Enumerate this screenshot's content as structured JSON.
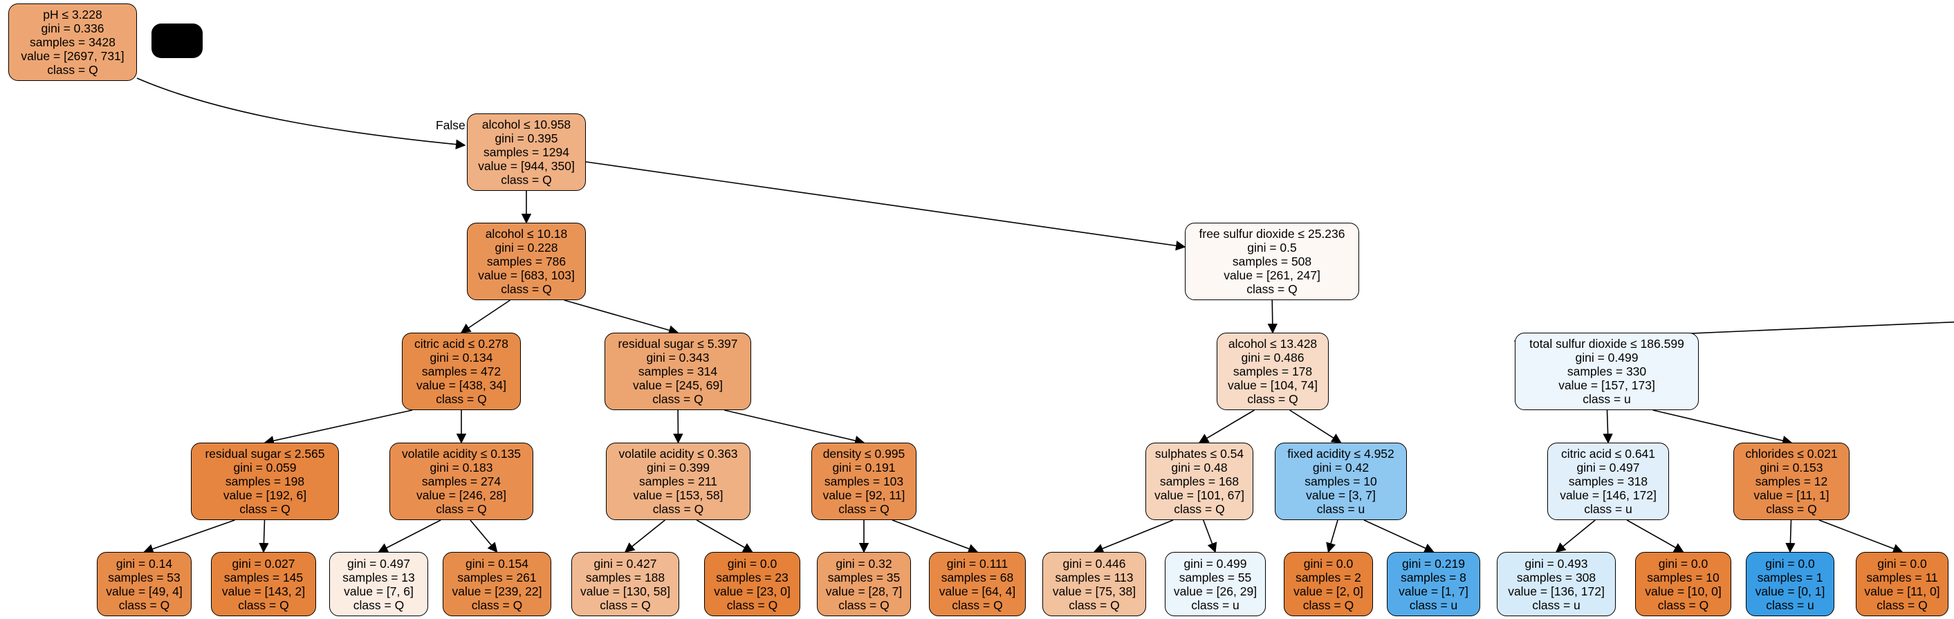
{
  "edge_label_false": "False",
  "nodes": [
    {
      "id": "root",
      "lines": [
        "pH ≤ 3.228",
        "gini = 0.336",
        "samples = 3428",
        "value = [2697, 731]",
        "class = Q"
      ],
      "fill": "#eda673"
    },
    {
      "id": "n1",
      "lines": [
        "alcohol ≤ 10.958",
        "gini = 0.395",
        "samples = 1294",
        "value = [944, 350]",
        "class = Q"
      ],
      "fill": "#efb083"
    },
    {
      "id": "n2",
      "lines": [
        "alcohol ≤ 10.18",
        "gini = 0.228",
        "samples = 786",
        "value = [683, 103]",
        "class = Q"
      ],
      "fill": "#e99457"
    },
    {
      "id": "n3",
      "lines": [
        "free sulfur dioxide ≤ 25.236",
        "gini = 0.5",
        "samples = 508",
        "value = [261, 247]",
        "class = Q"
      ],
      "fill": "#fef8f4"
    },
    {
      "id": "n4",
      "lines": [
        "citric acid ≤ 0.278",
        "gini = 0.134",
        "samples = 472",
        "value = [438, 34]",
        "class = Q"
      ],
      "fill": "#e78b48"
    },
    {
      "id": "n5",
      "lines": [
        "residual sugar ≤ 5.397",
        "gini = 0.343",
        "samples = 314",
        "value = [245, 69]",
        "class = Q"
      ],
      "fill": "#eca571"
    },
    {
      "id": "n6",
      "lines": [
        "alcohol ≤ 13.428",
        "gini = 0.486",
        "samples = 178",
        "value = [104, 74]",
        "class = Q"
      ],
      "fill": "#f8dbc6"
    },
    {
      "id": "n7",
      "lines": [
        "total sulfur dioxide ≤ 186.599",
        "gini = 0.499",
        "samples = 330",
        "value = [157, 173]",
        "class = u"
      ],
      "fill": "#edf6fd"
    },
    {
      "id": "n8",
      "lines": [
        "residual sugar ≤ 2.565",
        "gini = 0.059",
        "samples = 198",
        "value = [192, 6]",
        "class = Q"
      ],
      "fill": "#e6853f"
    },
    {
      "id": "n9",
      "lines": [
        "volatile acidity ≤ 0.135",
        "gini = 0.183",
        "samples = 274",
        "value = [246, 28]",
        "class = Q"
      ],
      "fill": "#e88f50"
    },
    {
      "id": "n10",
      "lines": [
        "volatile acidity ≤ 0.363",
        "gini = 0.399",
        "samples = 211",
        "value = [153, 58]",
        "class = Q"
      ],
      "fill": "#efb184"
    },
    {
      "id": "n11",
      "lines": [
        "density ≤ 0.995",
        "gini = 0.191",
        "samples = 103",
        "value = [92, 11]",
        "class = Q"
      ],
      "fill": "#e89051"
    },
    {
      "id": "n12",
      "lines": [
        "sulphates ≤ 0.54",
        "gini = 0.48",
        "samples = 168",
        "value = [101, 67]",
        "class = Q"
      ],
      "fill": "#f6d4bc"
    },
    {
      "id": "n13",
      "lines": [
        "fixed acidity ≤ 4.952",
        "gini = 0.42",
        "samples = 10",
        "value = [3, 7]",
        "class = u"
      ],
      "fill": "#8ec7f0"
    },
    {
      "id": "n14",
      "lines": [
        "citric acid ≤ 0.641",
        "gini = 0.497",
        "samples = 318",
        "value = [146, 172]",
        "class = u"
      ],
      "fill": "#e1effb"
    },
    {
      "id": "n15",
      "lines": [
        "chlorides ≤ 0.021",
        "gini = 0.153",
        "samples = 12",
        "value = [11, 1]",
        "class = Q"
      ],
      "fill": "#e78c4b"
    },
    {
      "id": "l1",
      "lines": [
        "gini = 0.14",
        "samples = 53",
        "value = [49, 4]",
        "class = Q"
      ],
      "fill": "#e78b49"
    },
    {
      "id": "l2",
      "lines": [
        "gini = 0.027",
        "samples = 145",
        "value = [143, 2]",
        "class = Q"
      ],
      "fill": "#e5833c"
    },
    {
      "id": "l3",
      "lines": [
        "gini = 0.497",
        "samples = 13",
        "value = [7, 6]",
        "class = Q"
      ],
      "fill": "#fcede3"
    },
    {
      "id": "l4",
      "lines": [
        "gini = 0.154",
        "samples = 261",
        "value = [239, 22]",
        "class = Q"
      ],
      "fill": "#e78d4b"
    },
    {
      "id": "l5",
      "lines": [
        "gini = 0.427",
        "samples = 188",
        "value = [130, 58]",
        "class = Q"
      ],
      "fill": "#f1b991"
    },
    {
      "id": "l6",
      "lines": [
        "gini = 0.0",
        "samples = 23",
        "value = [23, 0]",
        "class = Q"
      ],
      "fill": "#e58139"
    },
    {
      "id": "l7",
      "lines": [
        "gini = 0.32",
        "samples = 35",
        "value = [28, 7]",
        "class = Q"
      ],
      "fill": "#eca06a"
    },
    {
      "id": "l8",
      "lines": [
        "gini = 0.111",
        "samples = 68",
        "value = [64, 4]",
        "class = Q"
      ],
      "fill": "#e78945"
    },
    {
      "id": "l9",
      "lines": [
        "gini = 0.446",
        "samples = 113",
        "value = [75, 38]",
        "class = Q"
      ],
      "fill": "#f2c19d"
    },
    {
      "id": "l10",
      "lines": [
        "gini = 0.499",
        "samples = 55",
        "value = [26, 29]",
        "class = u"
      ],
      "fill": "#ebf5fc"
    },
    {
      "id": "l11",
      "lines": [
        "gini = 0.0",
        "samples = 2",
        "value = [2, 0]",
        "class = Q"
      ],
      "fill": "#e58139"
    },
    {
      "id": "l12",
      "lines": [
        "gini = 0.219",
        "samples = 8",
        "value = [1, 7]",
        "class = u"
      ],
      "fill": "#55abe9"
    },
    {
      "id": "l13",
      "lines": [
        "gini = 0.493",
        "samples = 308",
        "value = [136, 172]",
        "class = u"
      ],
      "fill": "#d6ebfa"
    },
    {
      "id": "l14",
      "lines": [
        "gini = 0.0",
        "samples = 10",
        "value = [10, 0]",
        "class = Q"
      ],
      "fill": "#e58139"
    },
    {
      "id": "l15",
      "lines": [
        "gini = 0.0",
        "samples = 1",
        "value = [0, 1]",
        "class = u"
      ],
      "fill": "#399de5"
    },
    {
      "id": "l16",
      "lines": [
        "gini = 0.0",
        "samples = 11",
        "value = [11, 0]",
        "class = Q"
      ],
      "fill": "#e58139"
    }
  ],
  "edges": [
    [
      "root",
      "n1"
    ],
    [
      "n1",
      "n2"
    ],
    [
      "n1",
      "n3"
    ],
    [
      "n2",
      "n4"
    ],
    [
      "n2",
      "n5"
    ],
    [
      "n3",
      "n6"
    ],
    [
      "n3",
      "n7"
    ],
    [
      "n4",
      "n8"
    ],
    [
      "n4",
      "n9"
    ],
    [
      "n5",
      "n10"
    ],
    [
      "n5",
      "n11"
    ],
    [
      "n6",
      "n12"
    ],
    [
      "n6",
      "n13"
    ],
    [
      "n7",
      "n14"
    ],
    [
      "n7",
      "n15"
    ],
    [
      "n8",
      "l1"
    ],
    [
      "n8",
      "l2"
    ],
    [
      "n9",
      "l3"
    ],
    [
      "n9",
      "l4"
    ],
    [
      "n10",
      "l5"
    ],
    [
      "n10",
      "l6"
    ],
    [
      "n11",
      "l7"
    ],
    [
      "n11",
      "l8"
    ],
    [
      "n12",
      "l9"
    ],
    [
      "n12",
      "l10"
    ],
    [
      "n13",
      "l11"
    ],
    [
      "n13",
      "l12"
    ],
    [
      "n14",
      "l13"
    ],
    [
      "n14",
      "l14"
    ],
    [
      "n15",
      "l15"
    ],
    [
      "n15",
      "l16"
    ]
  ]
}
